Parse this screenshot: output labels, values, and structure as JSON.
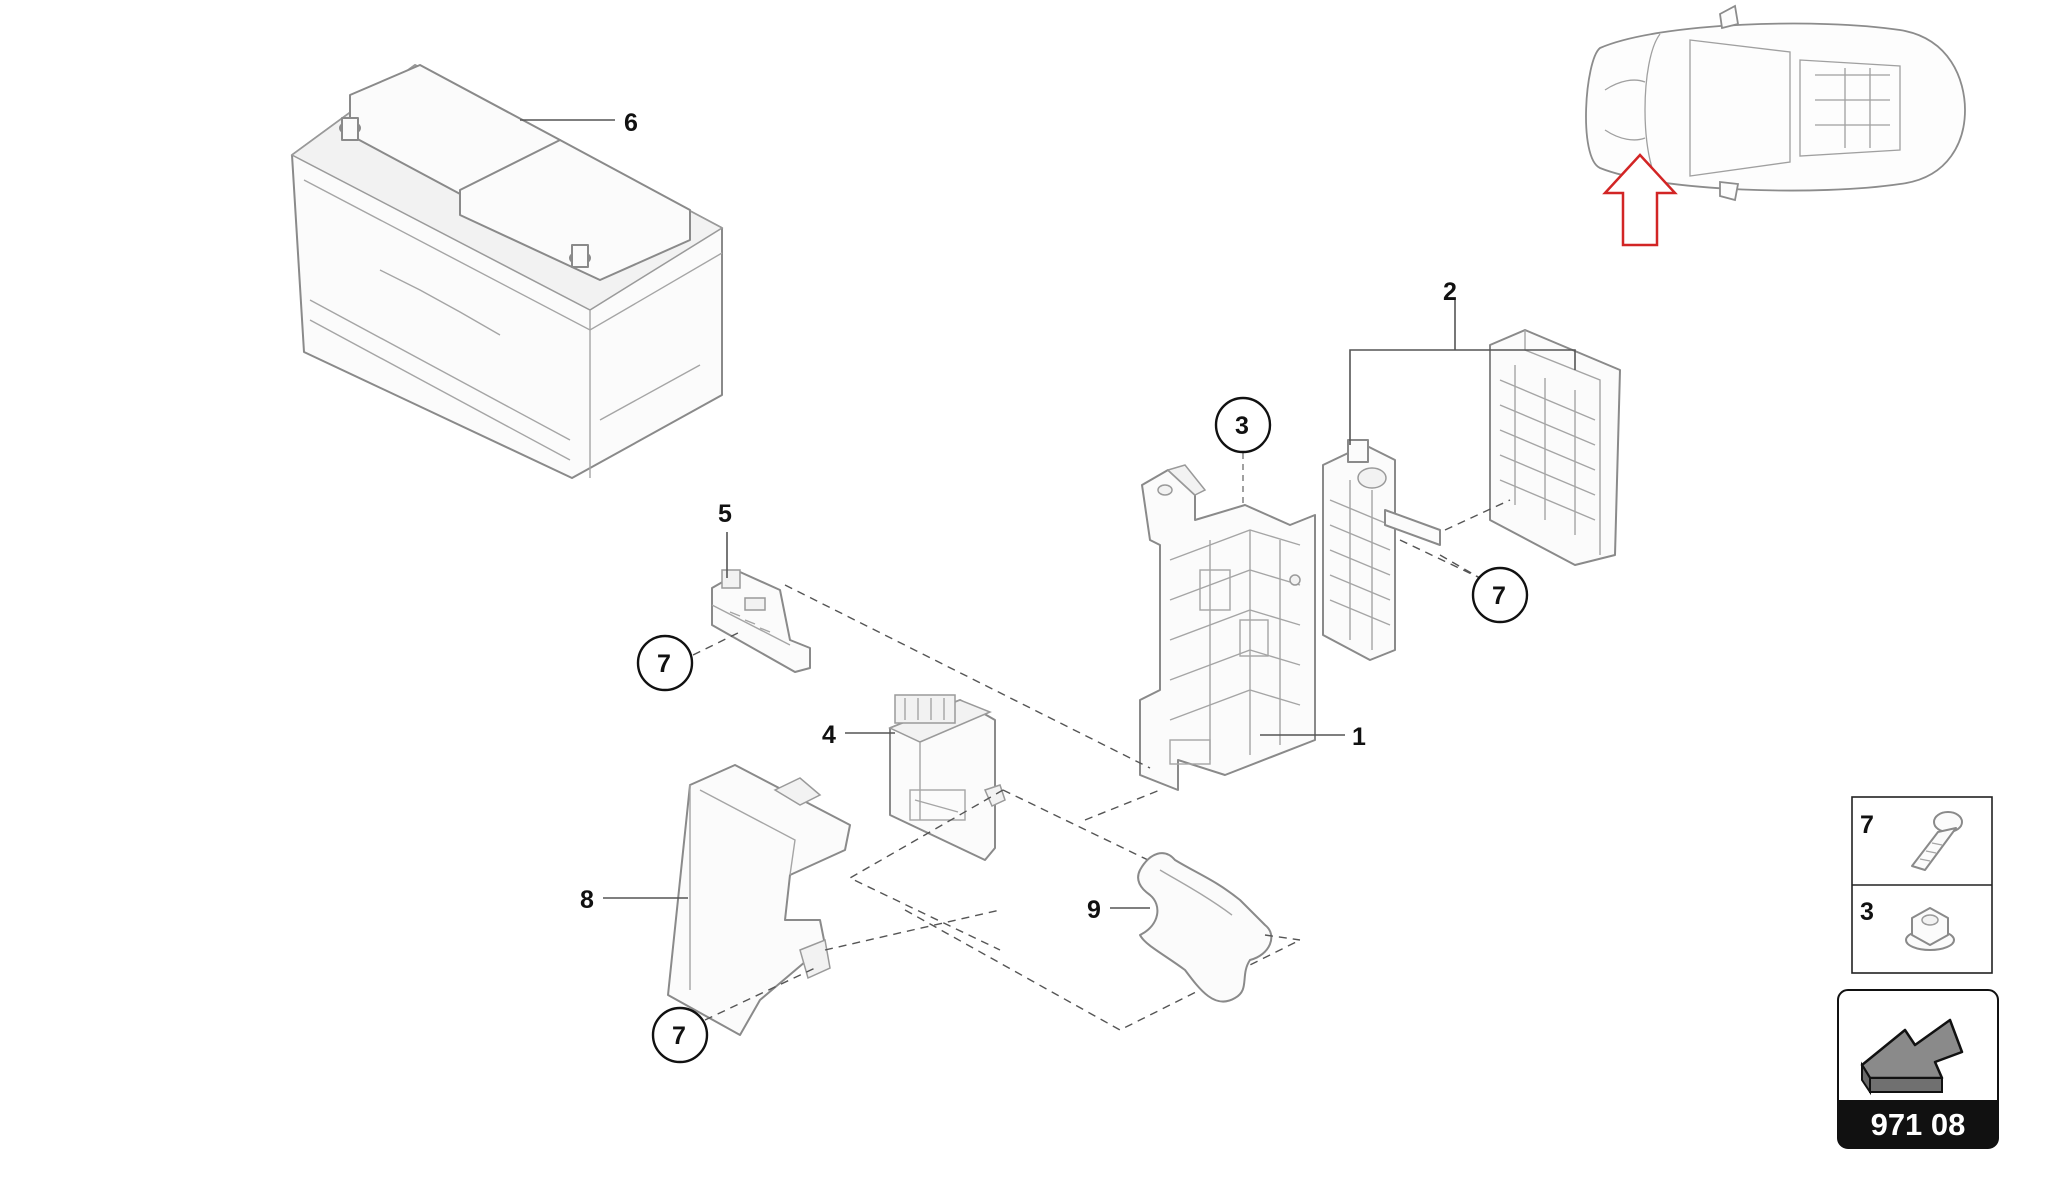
{
  "diagram": {
    "reference_number": "971 08",
    "callouts": {
      "battery": "6",
      "fuse_carrier": "2",
      "bracket_nut": "3",
      "relay_holder_bracket": "1",
      "sensor": "5",
      "control_unit": "4",
      "cover": "8",
      "gasket": "9",
      "screw_sensor": "7",
      "screw_fusebox": "7",
      "screw_cover": "7"
    },
    "legend": {
      "screw_label": "7",
      "nut_label": "3"
    },
    "colors": {
      "locator_arrow": "#d22525",
      "reference_badge": "#111111"
    },
    "icons": {
      "screw": "screw-icon",
      "nut": "flange-nut-icon",
      "reference": "reference-arrow-icon",
      "locator": "car-top-view-icon"
    }
  }
}
